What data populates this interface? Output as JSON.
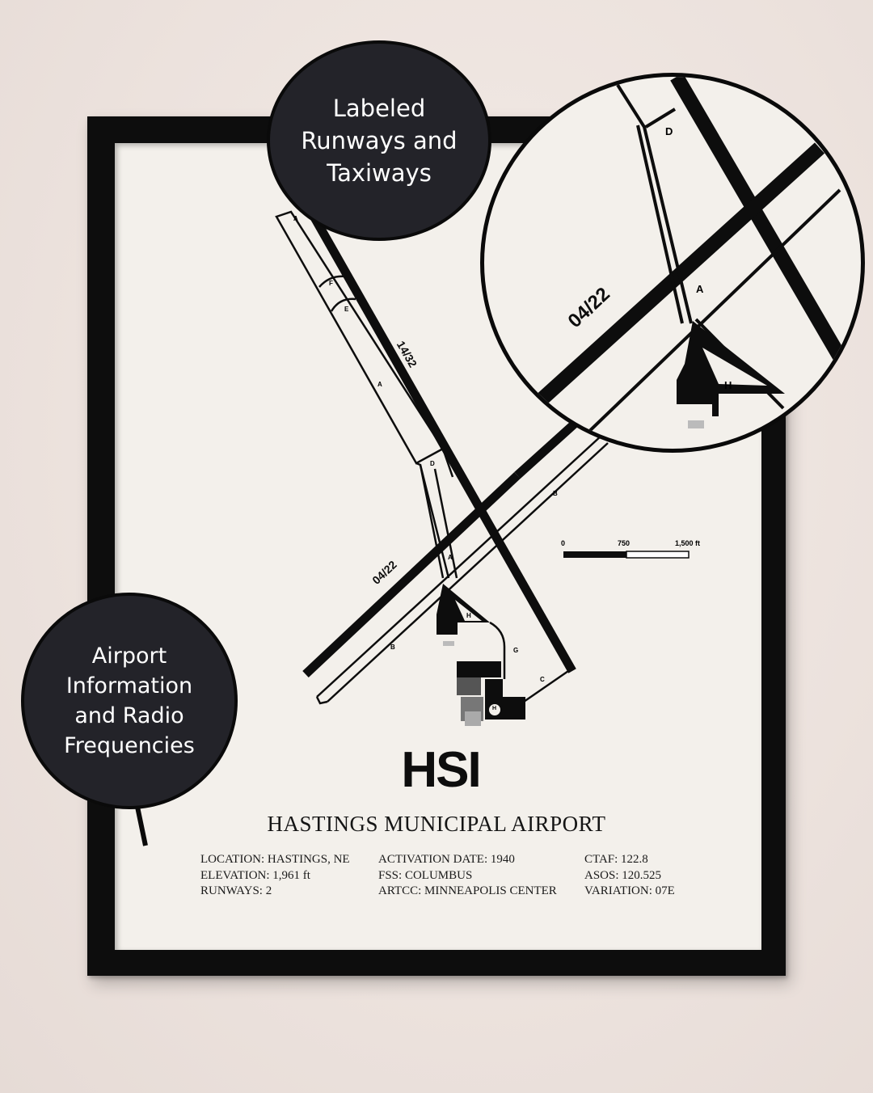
{
  "airport": {
    "code": "HSI",
    "name": "HASTINGS MUNICIPAL AIRPORT"
  },
  "info": {
    "location": "LOCATION: HASTINGS, NE",
    "elevation": "ELEVATION: 1,961 ft",
    "runways": "RUNWAYS: 2",
    "activation": "ACTIVATION DATE: 1940",
    "fss": "FSS: COLUMBUS",
    "artcc": "ARTCC: MINNEAPOLIS CENTER",
    "ctaf": "CTAF: 122.8",
    "asos": "ASOS: 120.525",
    "variation": "VARIATION: 07E"
  },
  "callouts": {
    "top": "Labeled\nRunways and\nTaxiways",
    "left": "Airport\nInformation\nand Radio\nFrequencies"
  },
  "runway_labels": {
    "rwy_14_32": "14/32",
    "rwy_04_22": "04/22"
  },
  "taxiway_labels": {
    "a": "A",
    "b": "B",
    "c": "C",
    "d": "D",
    "e": "E",
    "f": "F",
    "g": "G",
    "h": "H"
  },
  "scale_bar": {
    "tick0": "0",
    "tick1": "750",
    "tick2": "1,500 ft"
  },
  "colors": {
    "frame": "#0d0d0d",
    "paper": "#f3f0eb",
    "wall": "#efe6e2",
    "bubble": "#232329",
    "ink": "#0d0d0d"
  }
}
